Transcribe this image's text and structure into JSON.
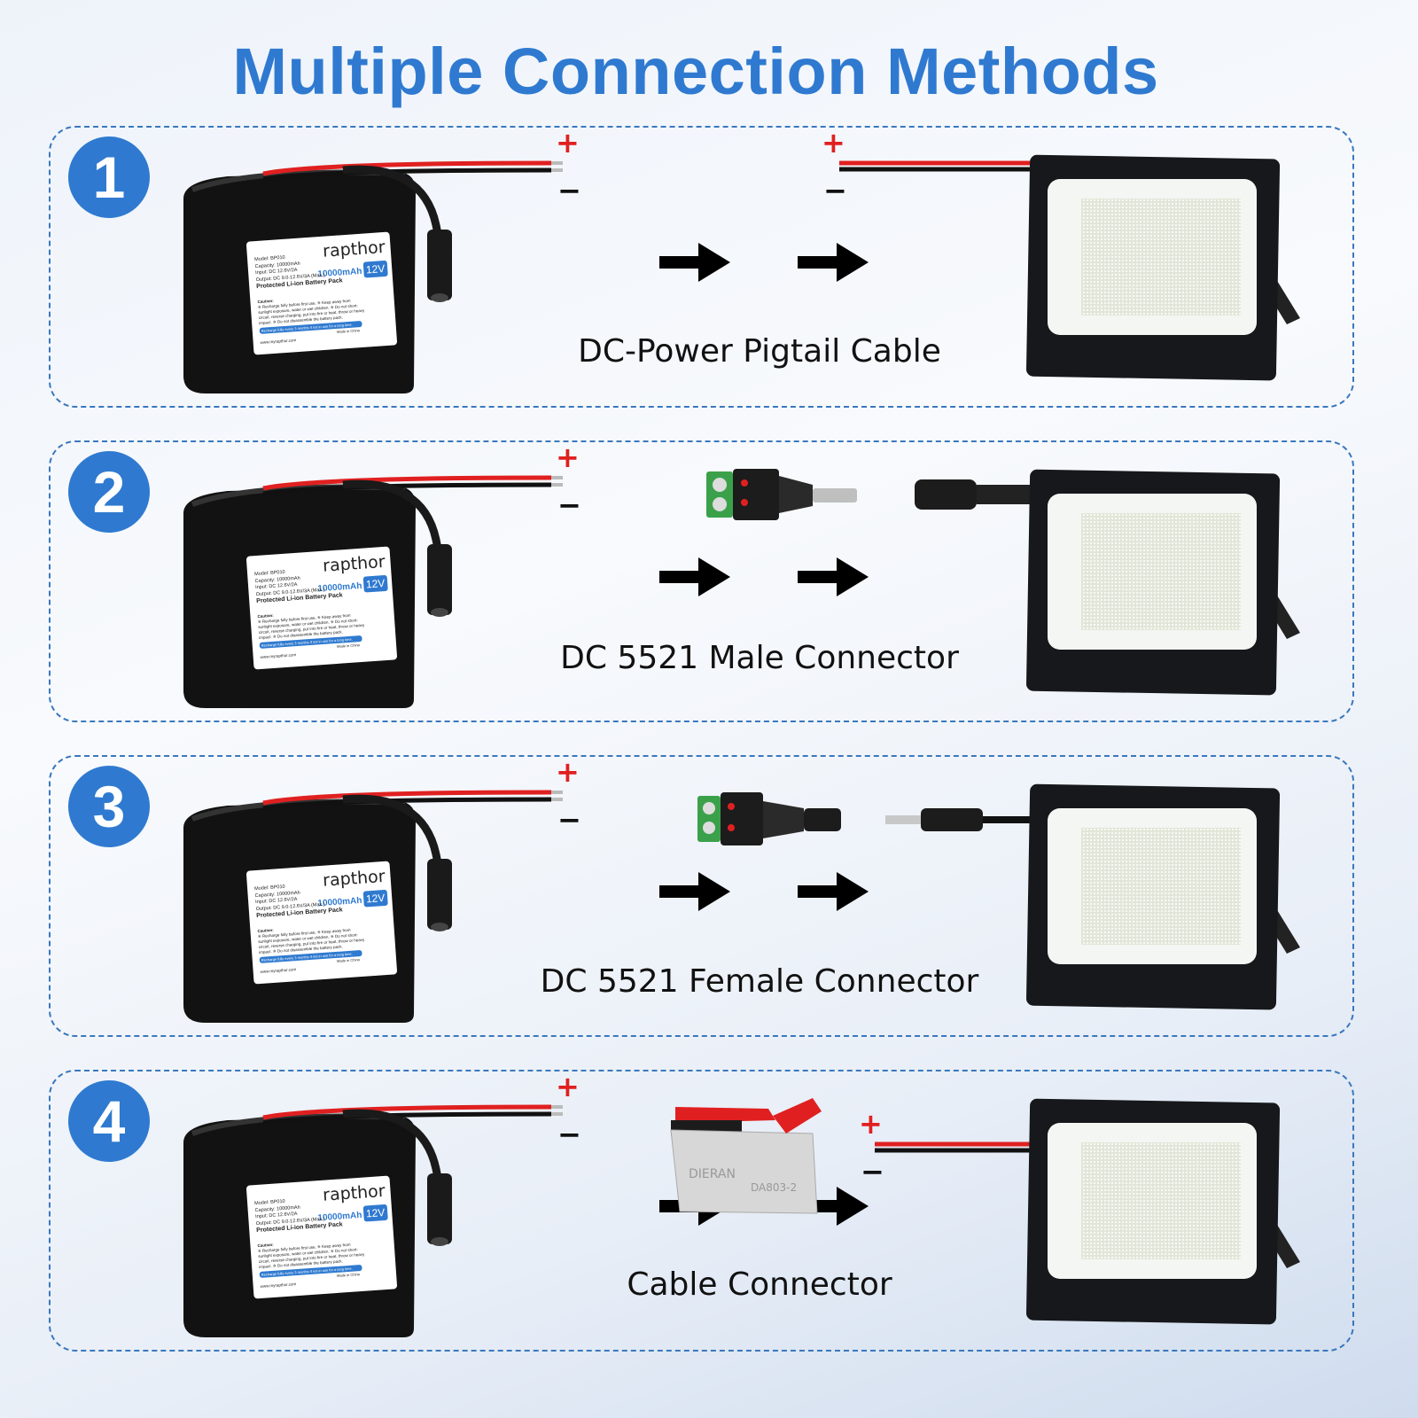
{
  "title": "Multiple Connection Methods",
  "colors": {
    "accent": "#2f7ad0",
    "wire_positive": "#e02020",
    "wire_negative": "#111111",
    "dashed_border": "#3a78bd"
  },
  "battery_label": {
    "brand": "rapthor",
    "voltage": "12V",
    "capacity": "10000mAh",
    "model": "Model: BP010",
    "capacity_line": "Capacity: 10000mAh",
    "input": "Input: DC 12.6V/2A",
    "output": "Output: DC 9.0-12.6V/3A (Max.)",
    "product": "Protected Li-ion Battery Pack",
    "caution_title": "Caution:",
    "caution": "※ Recharge fully before first use. ※ Keep away from sunlight exposure, water or wet children. ※ Do not short-circuit, reverse charging, put into fire or heat, throw or heavy impact. ※ Do not disassemble the battery pack.",
    "recharge_note": "Recharge fully every 3 months if not in use for a long time.",
    "website": "www.myrapthor.com",
    "made_in": "Made in China"
  },
  "polarity": {
    "plus": "+",
    "minus": "−"
  },
  "methods": [
    {
      "number": "1",
      "caption": "DC-Power Pigtail Cable",
      "middle": "pigtail"
    },
    {
      "number": "2",
      "caption": "DC 5521 Male Connector",
      "middle": "male-connector"
    },
    {
      "number": "3",
      "caption": "DC 5521 Female Connector",
      "middle": "female-connector"
    },
    {
      "number": "4",
      "caption": "Cable Connector",
      "middle": "cable-connector"
    }
  ]
}
